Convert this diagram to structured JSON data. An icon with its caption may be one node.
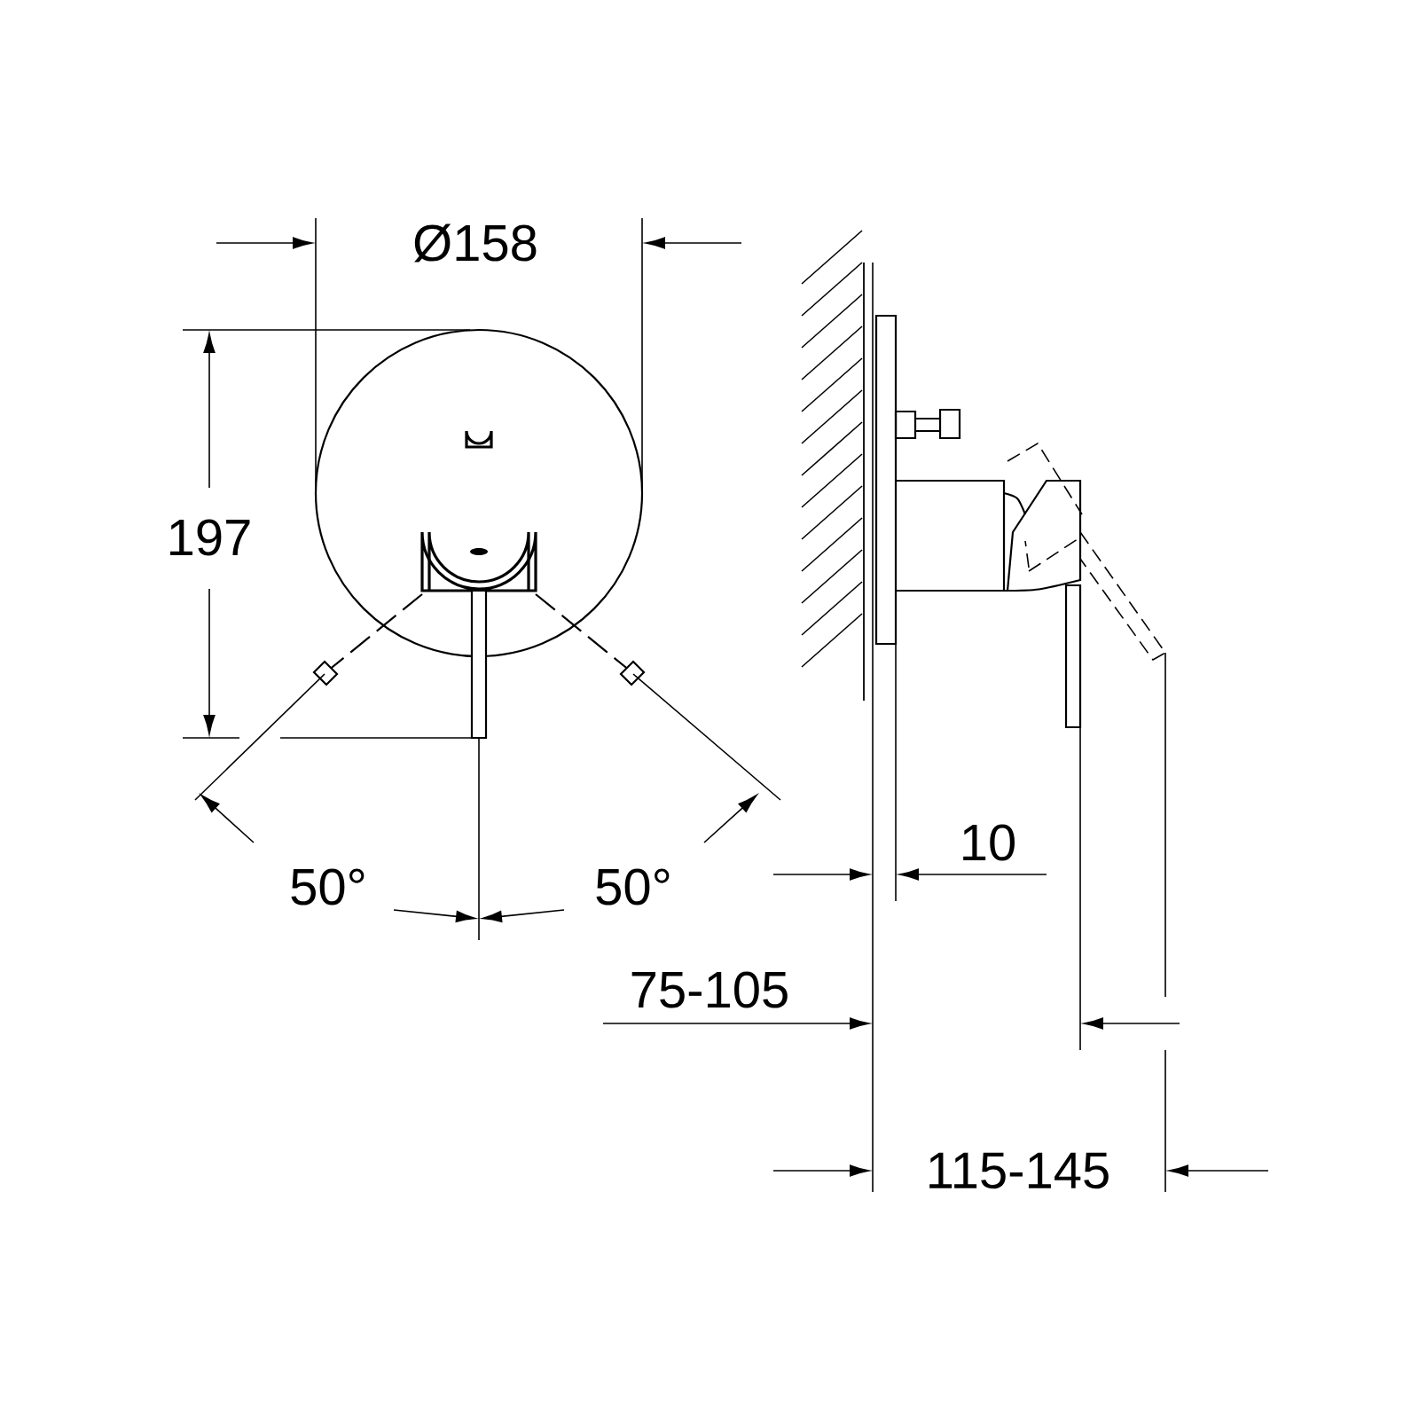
{
  "diagram": {
    "labels": [
      "Ø158",
      "197",
      "50°",
      "50°",
      "10",
      "75-105",
      "115-145"
    ]
  }
}
